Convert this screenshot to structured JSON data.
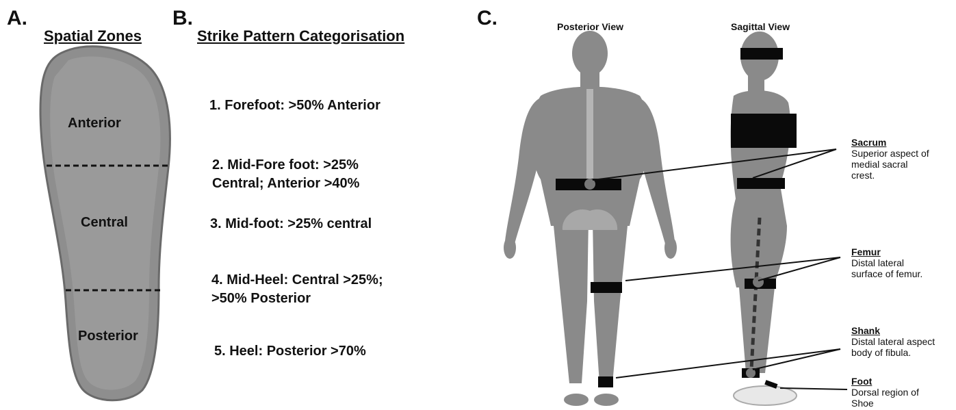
{
  "panels": {
    "a": {
      "letter": "A.",
      "title": "Spatial Zones",
      "zones": [
        "Anterior",
        "Central",
        "Posterior"
      ]
    },
    "b": {
      "letter": "B.",
      "title": "Strike Pattern Categorisation",
      "patterns": [
        "1. Forefoot: >50% Anterior",
        "2. Mid-Fore foot: >25%\nCentral; Anterior >40%",
        "3. Mid-foot: >25% central",
        "4. Mid-Heel: Central >25%;\n>50% Posterior",
        "5. Heel: Posterior >70%"
      ]
    },
    "c": {
      "letter": "C.",
      "posterior_view": "Posterior View",
      "sagittal_view": "Sagittal View",
      "sensors": [
        {
          "name": "Sacrum",
          "description": "Superior aspect of\nmedial sacral\ncrest."
        },
        {
          "name": "Femur",
          "description": "Distal lateral\nsurface of femur."
        },
        {
          "name": "Shank",
          "description": "Distal lateral aspect\nbody of fibula."
        },
        {
          "name": "Foot",
          "description": "Dorsal region of\nShoe"
        }
      ]
    }
  },
  "colors": {
    "insole": "#8e8e8e",
    "skin": "#8a8a8a",
    "strap": "#0a0a0a"
  }
}
